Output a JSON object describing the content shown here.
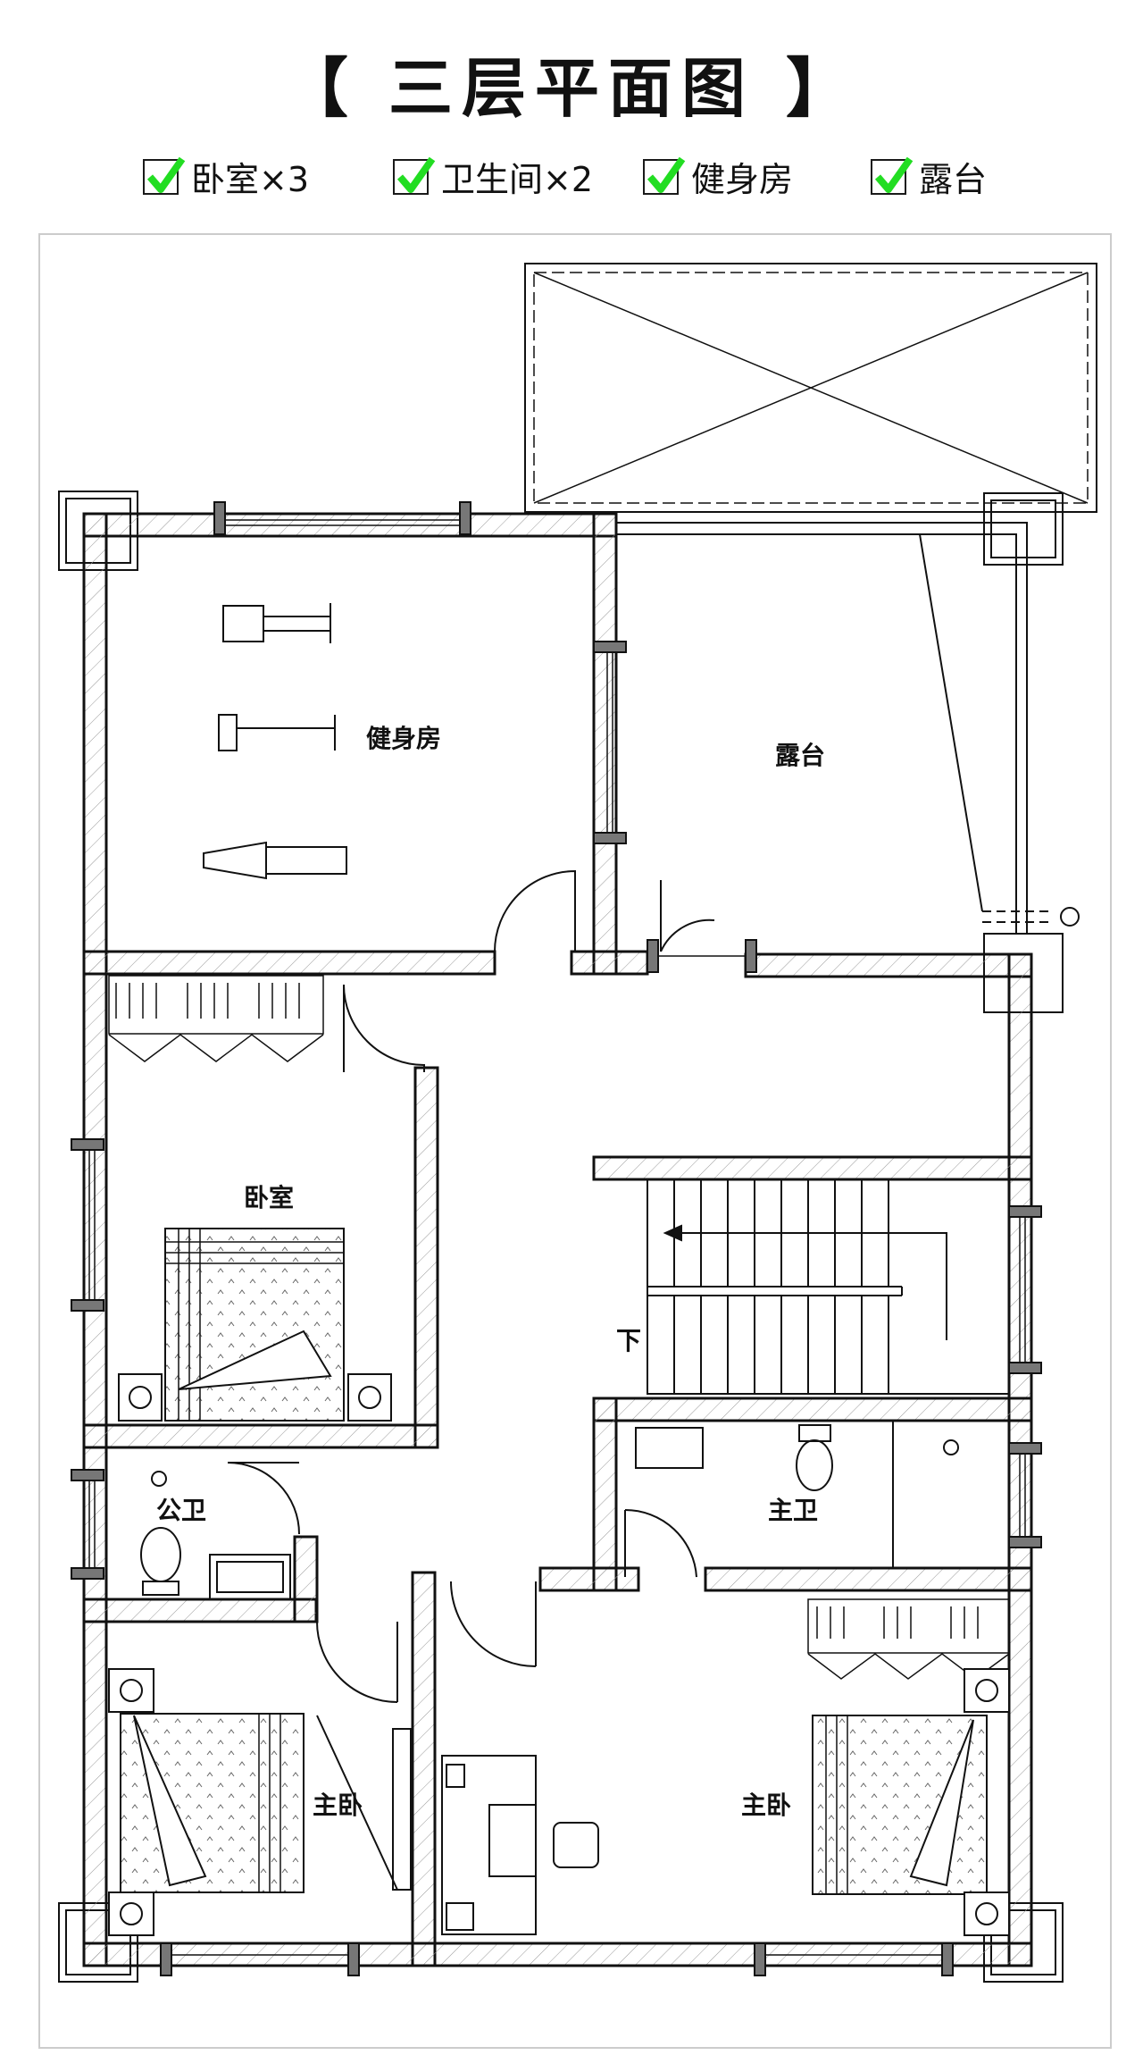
{
  "title": "【 三层平面图 】",
  "legend": [
    {
      "label": "卧室×3"
    },
    {
      "label": "卫生间×2"
    },
    {
      "label": "健身房"
    },
    {
      "label": "露台"
    }
  ],
  "rooms": {
    "gym": "健身房",
    "terrace": "露台",
    "bedroom": "卧室",
    "public_bath": "公卫",
    "master_bath": "主卫",
    "master_bed_left": "主卧",
    "master_bed_right": "主卧",
    "stairs_down": "下"
  },
  "colors": {
    "check": "#22dd22",
    "wall": "#111111",
    "hatch": "#888888"
  }
}
